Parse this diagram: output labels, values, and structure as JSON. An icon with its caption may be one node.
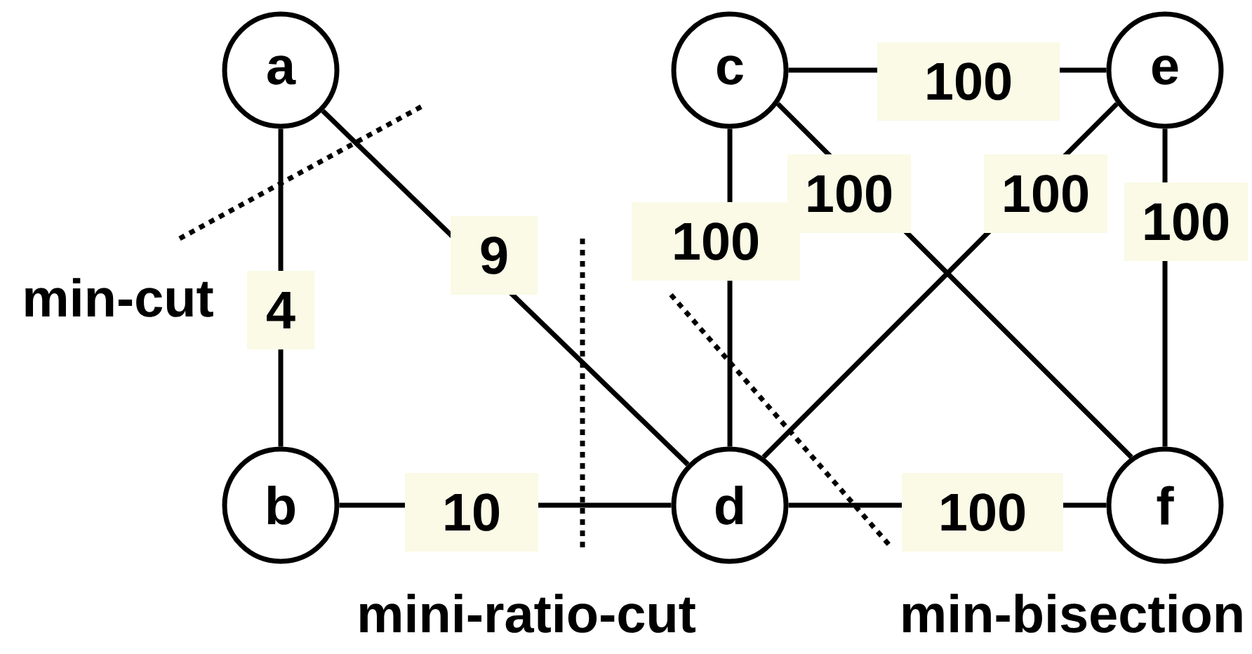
{
  "diagram": {
    "nodes": [
      {
        "text": [
          "a"
        ]
      },
      {
        "text": [
          "b"
        ]
      },
      {
        "text": [
          "c"
        ]
      },
      {
        "text": [
          "d"
        ]
      },
      {
        "text": [
          "e"
        ]
      },
      {
        "text": [
          "f"
        ]
      }
    ],
    "edges": [
      {
        "from": 0,
        "to": 1,
        "arrow": "none",
        "label": "4"
      },
      {
        "from": 0,
        "to": 3,
        "arrow": "none",
        "label": "9"
      },
      {
        "from": 1,
        "to": 3,
        "arrow": "none",
        "label": "10"
      },
      {
        "from": 2,
        "to": 4,
        "arrow": "none",
        "label": "100"
      },
      {
        "from": 2,
        "to": 3,
        "arrow": "none",
        "label": "100"
      },
      {
        "from": 2,
        "to": 5,
        "arrow": "none",
        "label": "100"
      },
      {
        "from": 3,
        "to": 4,
        "arrow": "none",
        "label": "100"
      },
      {
        "from": 4,
        "to": 5,
        "arrow": "none",
        "label": "100"
      },
      {
        "from": 3,
        "to": 5,
        "arrow": "none",
        "label": "100"
      }
    ],
    "labels": [
      "min-cut",
      "mini-ratio-cut",
      "min-bisection"
    ]
  }
}
